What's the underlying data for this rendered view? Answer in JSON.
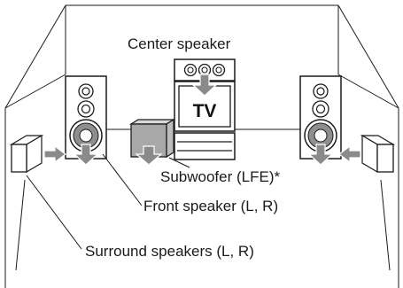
{
  "labels": {
    "center": "Center speaker",
    "tv": "TV",
    "subwoofer": "Subwoofer (LFE)*",
    "front": "Front speaker (L, R)",
    "surround": "Surround speakers (L, R)"
  },
  "colors": {
    "line": "#1a1a1a",
    "arrow": "#8a8a8a",
    "woofer_gray": "#8e8e8e",
    "subwoofer_front": "#a8a8a8"
  }
}
